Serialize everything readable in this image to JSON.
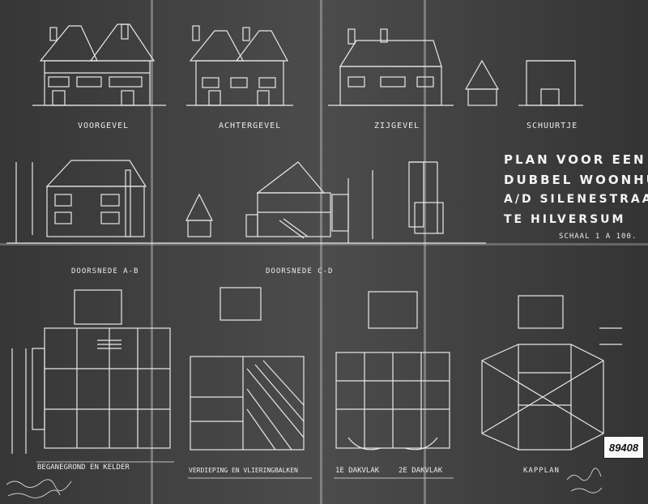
{
  "title": {
    "line1": "PLAN VOOR EEN",
    "line2": "DUBBEL WOONHUIS",
    "line3": "A/D SILENESTRAAT",
    "line4": "TE HILVERSUM",
    "scale": "SCHAAL 1 A 100."
  },
  "labels": {
    "voorgevel": "VOORGEVEL",
    "achtergevel": "ACHTERGEVEL",
    "zijgevel": "ZIJGEVEL",
    "schuurtje": "SCHUURTJE",
    "doorsnede_ab": "DOORSNEDE A-B",
    "doorsnede_cd": "DOORSNEDE C-D",
    "beganegrond": "BEGANEGROND EN KELDER",
    "verdieping": "VERDIEPING EN VLIERINGBALKEN",
    "dakvlak1": "1E DAKVLAK",
    "dakvlak2": "2E DAKVLAK",
    "kapplan": "KAPPLAN"
  },
  "stamp": "89408",
  "colors": {
    "paper": "#424242",
    "ink": "#ececec",
    "stamp_bg": "#fafafa"
  }
}
